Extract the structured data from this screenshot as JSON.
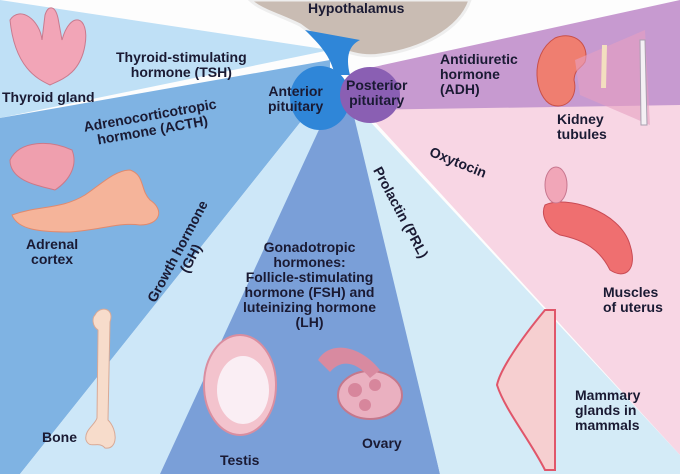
{
  "title": "Hypothalamus",
  "center": {
    "anterior": "Anterior\npituitary",
    "posterior": "Posterior\npituitary"
  },
  "hormones": {
    "tsh": "Thyroid-stimulating\nhormone (TSH)",
    "acth": "Adrenocorticotropic\nhormone (ACTH)",
    "gh": "Growth hormone\n(GH)",
    "gonado": "Gonadotropic\nhormones:\nFollicle-stimulating\nhormone (FSH) and\nluteinizing hormone\n(LH)",
    "prl": "Prolactin (PRL)",
    "oxytocin": "Oxytocin",
    "adh": "Antidiuretic\nhormone\n(ADH)"
  },
  "targets": {
    "thyroid": "Thyroid gland",
    "adrenal": "Adrenal\ncortex",
    "bone": "Bone",
    "testis": "Testis",
    "ovary": "Ovary",
    "mammary": "Mammary\nglands in\nmammals",
    "uterus": "Muscles\nof uterus",
    "kidney": "Kidney\ntubules"
  },
  "colors": {
    "tsh": "#bfe0f6",
    "acth": "#7fb3e3",
    "gh": "#cde7f8",
    "gonado": "#7a9fd8",
    "prl": "#d4ebf7",
    "oxytocin": "#f8d6e4",
    "adh": "#c79ad0",
    "anterior": "#2f86d8",
    "posterior": "#8a5fb3",
    "hypothalamus": "#c9bcb3"
  }
}
